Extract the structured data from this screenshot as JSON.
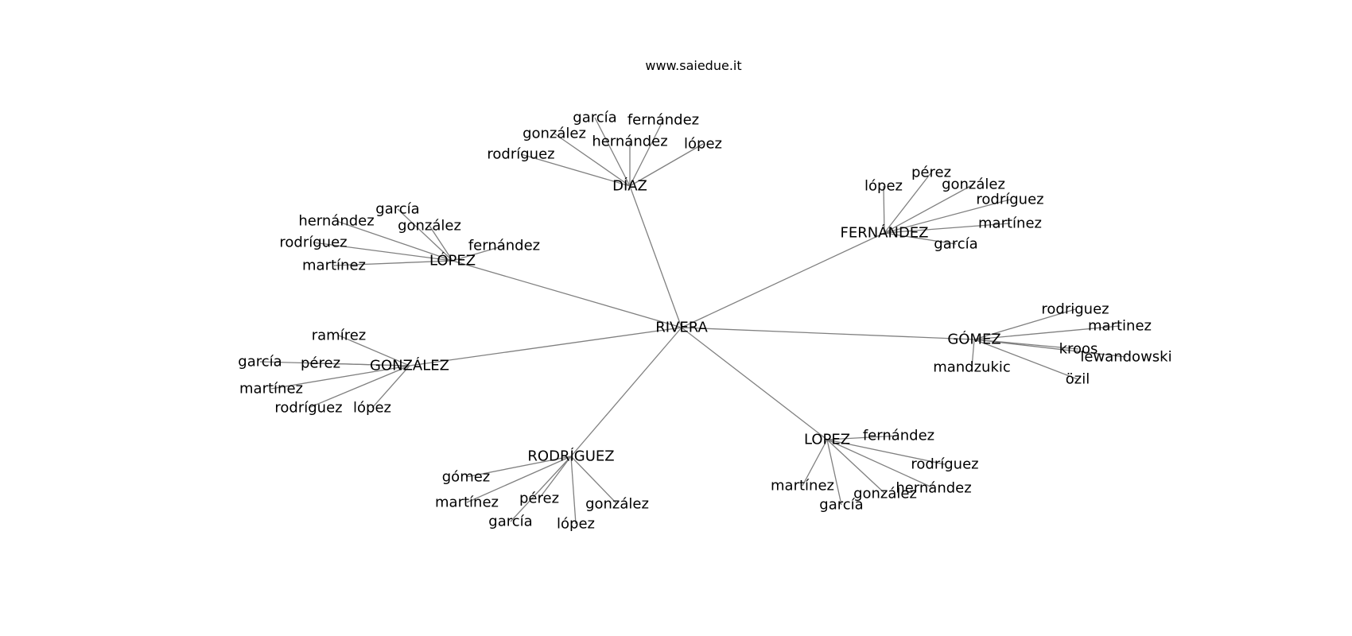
{
  "title": "www.saiedue.it",
  "edge_color": "#808080",
  "text_color": "#000000",
  "background": "#ffffff",
  "root": "RIVERA",
  "clusters": [
    {
      "name": "DÍAZ",
      "children": [
        "garcía",
        "fernández",
        "gonzález",
        "hernández",
        "rodríguez",
        "lópez"
      ]
    },
    {
      "name": "FERNÁNDEZ",
      "children": [
        "pérez",
        "lópez",
        "gonzález",
        "rodríguez",
        "martínez",
        "garcía"
      ]
    },
    {
      "name": "LÓPEZ",
      "children": [
        "garcía",
        "hernández",
        "gonzález",
        "rodríguez",
        "fernández",
        "martínez"
      ]
    },
    {
      "name": "GÓMEZ",
      "children": [
        "rodriguez",
        "martinez",
        "kroos",
        "lewandowski",
        "mandzukic",
        "özil"
      ]
    },
    {
      "name": "GONZÁLEZ",
      "children": [
        "ramírez",
        "garcía",
        "pérez",
        "martínez",
        "rodríguez",
        "lópez"
      ]
    },
    {
      "name": "LOPEZ",
      "children": [
        "fernández",
        "rodríguez",
        "martínez",
        "gonzález",
        "hernández",
        "garcía"
      ]
    },
    {
      "name": "RODRÍGUEZ",
      "children": [
        "gómez",
        "martínez",
        "pérez",
        "garcía",
        "lópez",
        "gonzález"
      ]
    }
  ]
}
